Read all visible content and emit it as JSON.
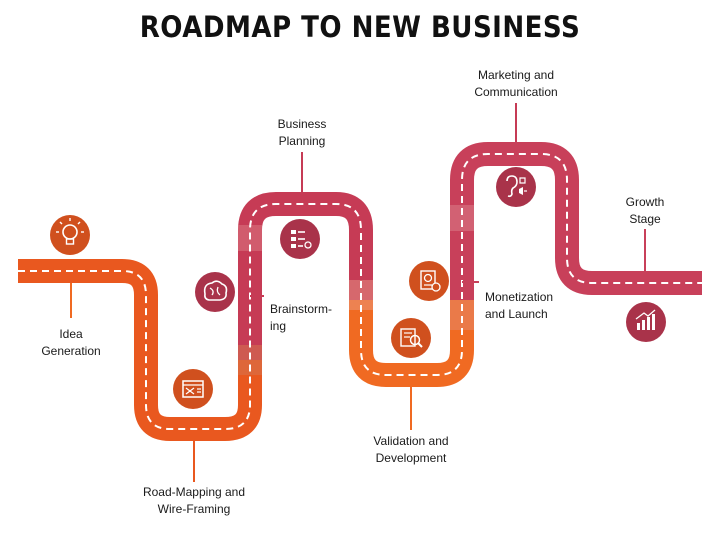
{
  "title": "ROADMAP TO NEW BUSINESS",
  "colors": {
    "orange": "#F26A22",
    "red_orange": "#E0552B",
    "crimson": "#C53A55",
    "icon_circle_orange": "#D0501E",
    "icon_circle_crimson": "#A9334A",
    "dash": "#ffffff",
    "connector_orange": "#F26A22",
    "connector_crimson": "#C53A55"
  },
  "stages": [
    {
      "line1": "Idea",
      "line2": "Generation",
      "icon": "lightbulb-icon"
    },
    {
      "line1": "Road-Mapping and",
      "line2": "Wire-Framing",
      "icon": "browser-window-icon"
    },
    {
      "line1": "Brainstorm-",
      "line2": "ing",
      "icon": "brain-icon"
    },
    {
      "line1": "Business",
      "line2": "Planning",
      "icon": "checklist-icon"
    },
    {
      "line1": "Validation and",
      "line2": "Development",
      "icon": "magnifier-document-icon"
    },
    {
      "line1": "Monetization",
      "line2": "and Launch",
      "icon": "money-document-icon"
    },
    {
      "line1": "Marketing and",
      "line2": "Communication",
      "icon": "megaphone-ear-icon"
    },
    {
      "line1": "Growth",
      "line2": "Stage",
      "icon": "growth-chart-icon"
    }
  ]
}
